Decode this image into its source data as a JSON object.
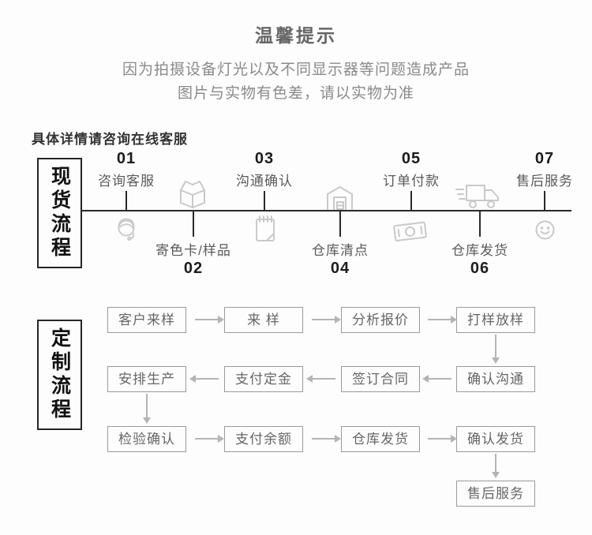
{
  "notice": {
    "title": "温馨提示",
    "line1": "因为拍摄设备灯光以及不同显示器等问题造成产品",
    "line2": "图片与实物有色差，请以实物为准",
    "consult": "具体详情请咨询在线客服"
  },
  "stock": {
    "section_label": "现货流程",
    "steps": [
      {
        "num": "01",
        "label": "咨询客服",
        "icon": "customer-service-icon",
        "side": "top"
      },
      {
        "num": "02",
        "label": "寄色卡/样品",
        "icon": "sample-box-icon",
        "side": "bottom"
      },
      {
        "num": "03",
        "label": "沟通确认",
        "icon": "notepad-icon",
        "side": "top"
      },
      {
        "num": "04",
        "label": "仓库清点",
        "icon": "warehouse-icon",
        "side": "bottom"
      },
      {
        "num": "05",
        "label": "订单付款",
        "icon": "payment-cash-icon",
        "side": "top"
      },
      {
        "num": "06",
        "label": "仓库发货",
        "icon": "delivery-truck-icon",
        "side": "bottom"
      },
      {
        "num": "07",
        "label": "售后服务",
        "icon": "smiley-icon",
        "side": "top"
      }
    ]
  },
  "custom": {
    "section_label": "定制流程",
    "rows": [
      {
        "arrow_direction": "right",
        "boxes": [
          "客户来样",
          "来 样",
          "分析报价",
          "打样放样"
        ]
      },
      {
        "arrow_direction": "left",
        "boxes": [
          "安排生产",
          "支付定金",
          "签订合同",
          "确认沟通"
        ]
      },
      {
        "arrow_direction": "right",
        "boxes": [
          "检验确认",
          "支付余额",
          "仓库发货",
          "确认发货"
        ]
      },
      {
        "arrow_direction": "down",
        "boxes": [
          "售后服务"
        ]
      }
    ]
  },
  "colors": {
    "timeline": "#2a2a2a",
    "step_number": "#1c1c1c",
    "step_label": "#5a5a5a",
    "icon_gray": "#c9c9c9",
    "flow_border": "#9a9a9a",
    "flow_text": "#666666",
    "arrow": "#b4b4b4",
    "title_text": "#666666",
    "body_text": "#8a8a8a"
  }
}
